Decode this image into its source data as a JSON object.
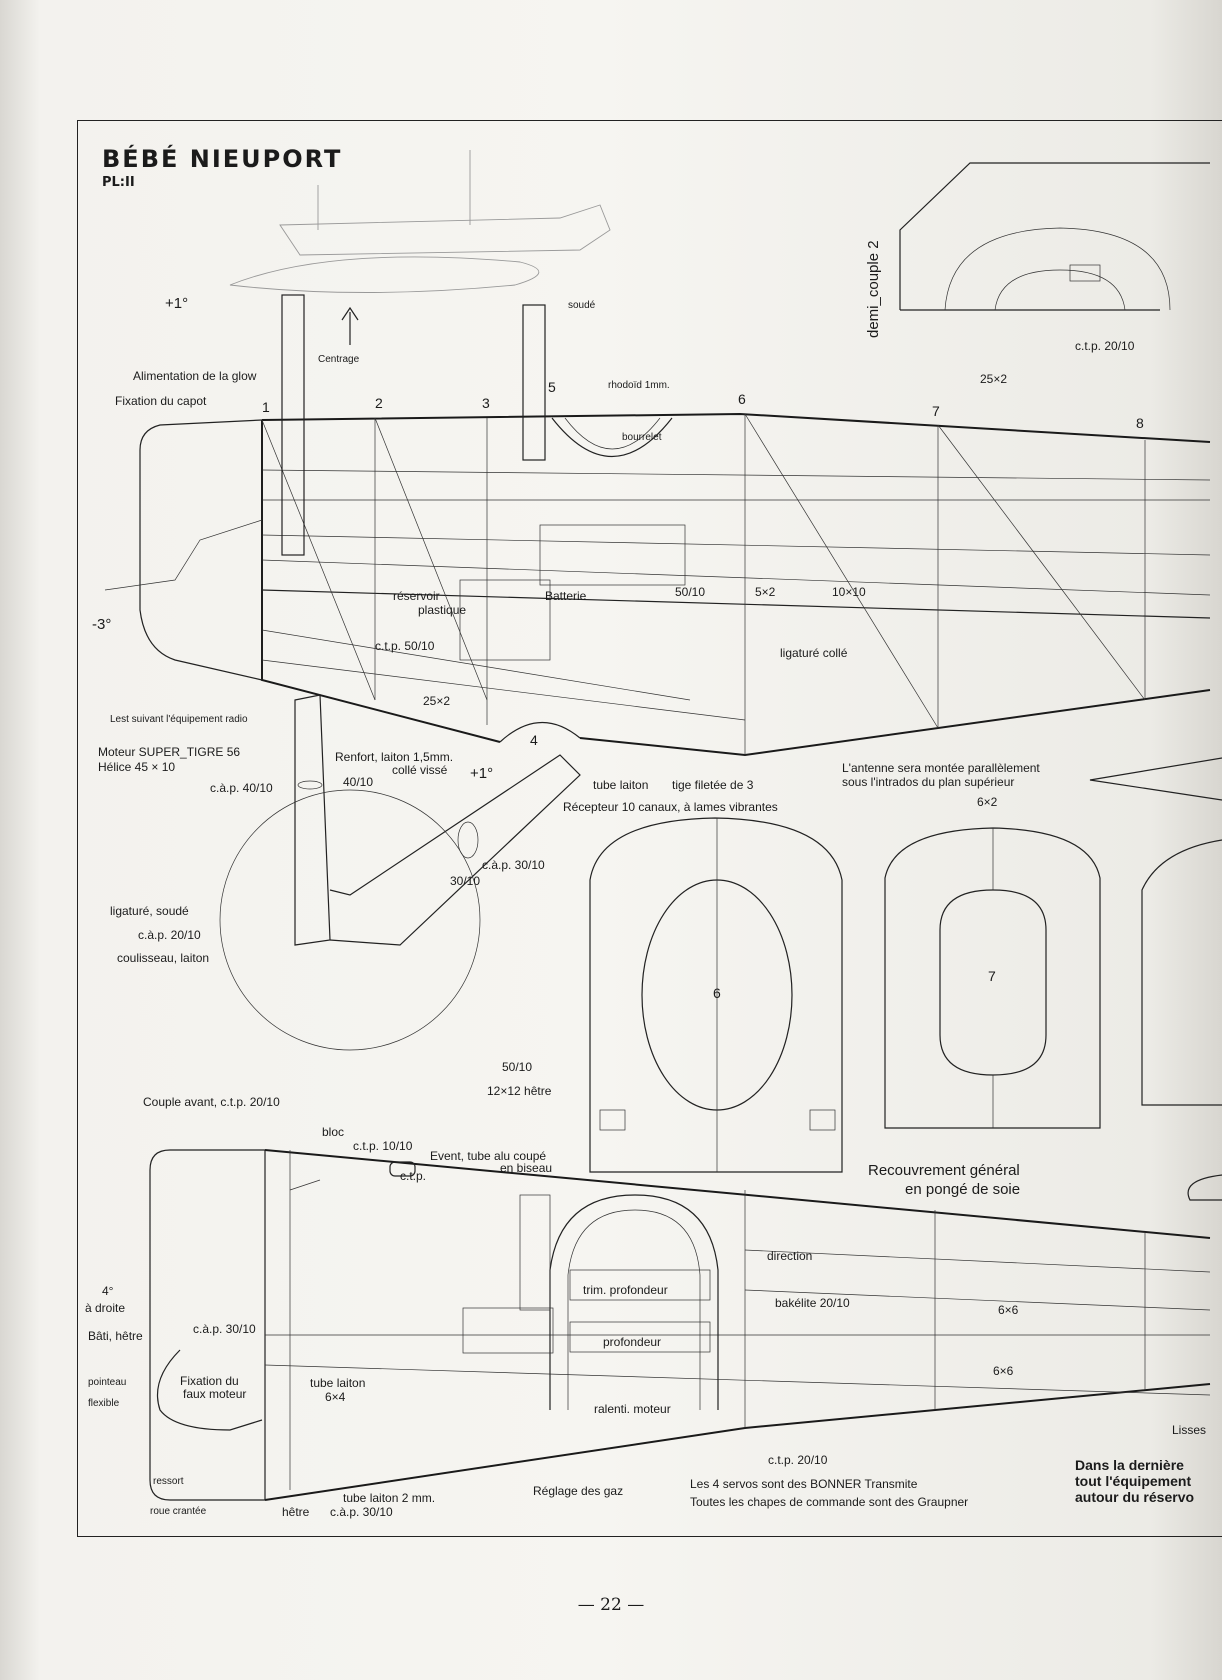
{
  "title": "BÉBÉ NIEUPORT",
  "subtitle": "PL:II",
  "page_number": "— 22 —",
  "angles": {
    "plus1_top": "+1°",
    "minus3": "-3°",
    "plus1_gear": "+1°",
    "right4_a": "4°",
    "right4_b": "à droite"
  },
  "top_view": {
    "soude": "soudé",
    "centrage": "Centrage",
    "alimentation": "Alimentation de la glow",
    "fixation_capot": "Fixation du capot",
    "rhodoid": "rhodoïd 1mm.",
    "bourrelet": "bourrelet",
    "bay_25x2": "25×2",
    "reservoir_a": "réservoir",
    "reservoir_b": "plastique",
    "batterie": "Batterie",
    "dim_50_10": "50/10",
    "dim_5x2": "5×2",
    "dim_10x10": "10×10",
    "ctp_50_10": "c.t.p. 50/10",
    "ligature_colle": "ligaturé collé",
    "lower_25x2": "25×2",
    "lest": "Lest suivant l'équipement radio",
    "moteur": "Moteur SUPER_TIGRE 56",
    "helice": "Hélice 45 × 10",
    "renfort_a": "Renfort, laiton 1,5mm.",
    "renfort_b": "collé vissé",
    "cap_40_10": "c.à.p. 40/10",
    "dim_40_10": "40/10",
    "tube_laiton": "tube laiton",
    "tige_filetee": "tige filetée de 3",
    "recepteur": "Récepteur 10 canaux, à lames vibrantes",
    "cap_30_10": "c.à.p. 30/10",
    "dim_30_10": "30/10",
    "ligature_soude": "ligaturé, soudé",
    "cap_20_10": "c.à.p. 20/10",
    "coulisseau": "coulisseau, laiton",
    "stations": [
      "1",
      "2",
      "3",
      "4",
      "5",
      "6",
      "7",
      "8"
    ]
  },
  "antenna_note": {
    "line1": "L'antenne sera montée parallèlement",
    "line2": "sous l'intrados du plan supérieur"
  },
  "bulkheads": {
    "demi_couple": "demi_couple 2",
    "ctp_20_10": "c.t.p. 20/10",
    "dim_6x2": "6×2",
    "couple_6": "6",
    "couple_7": "7",
    "dim_50_10": "50/10",
    "hetre_12x12": "12×12 hêtre"
  },
  "covering": {
    "line1": "Recouvrement général",
    "line2": "en pongé de soie"
  },
  "side_view": {
    "couple_avant": "Couple avant, c.t.p. 20/10",
    "bloc": "bloc",
    "ctp_10_10": "c.t.p. 10/10",
    "event_a": "Event, tube alu coupé",
    "event_b": "en biseau",
    "ctp": "c.t.p.",
    "direction": "direction",
    "trim": "trim. profondeur",
    "bakelite": "bakélite 20/10",
    "profondeur": "profondeur",
    "dim_6x6_a": "6×6",
    "dim_6x6_b": "6×6",
    "bati": "Bâti, hêtre",
    "cap_30_10": "c.à.p. 30/10",
    "pointeau": "pointeau",
    "flexible": "flexible",
    "fixation_a": "Fixation du",
    "fixation_b": "faux moteur",
    "tube_6x4_a": "tube laiton",
    "tube_6x4_b": "6×4",
    "ralenti": "ralenti. moteur",
    "ctp_20_10": "c.t.p. 20/10",
    "lisses": "Lisses",
    "ressort": "ressort",
    "roue": "roue crantée",
    "hetre": "hêtre",
    "tube_2mm": "tube laiton 2 mm.",
    "cap_30_10_b": "c.à.p. 30/10",
    "reglage": "Réglage des gaz",
    "servos": "Les 4 servos sont des BONNER  Transmite",
    "chapes": "Toutes les chapes de commande sont des Graupner"
  },
  "note_cut": {
    "line1": "Dans la dernière",
    "line2": "tout l'équipement",
    "line3": "autour du réservo"
  }
}
